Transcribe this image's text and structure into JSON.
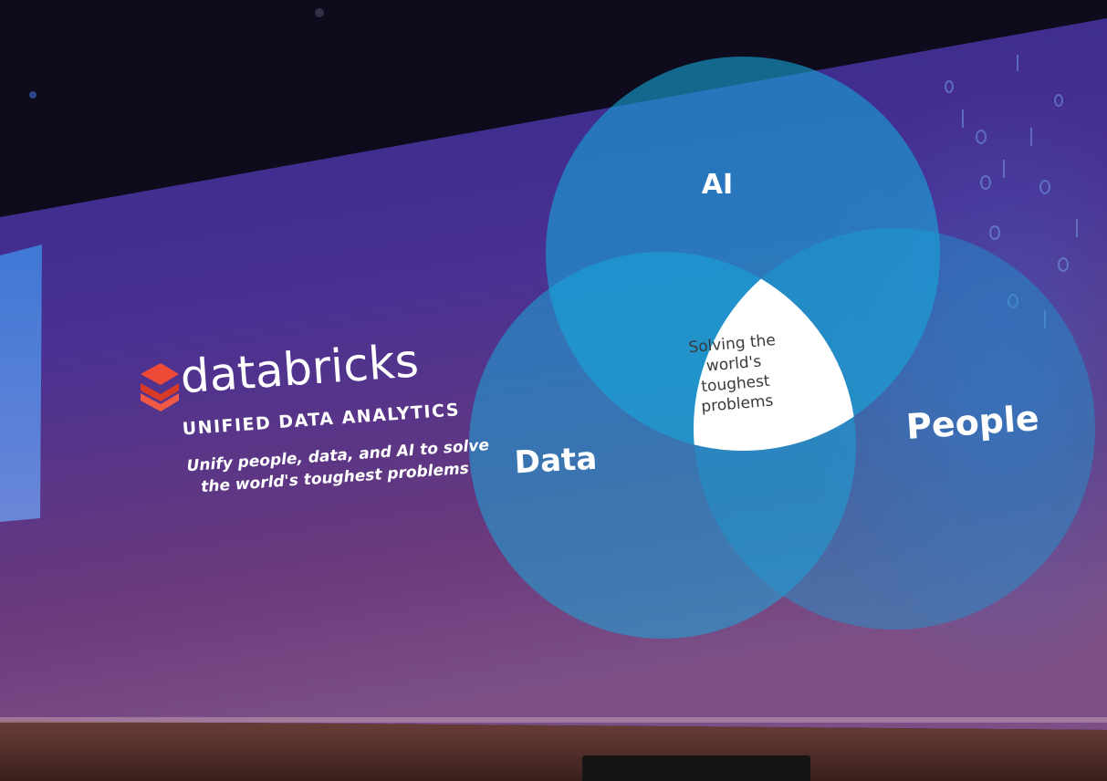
{
  "brand": {
    "name": "databricks",
    "tagline": "UNIFIED DATA ANALYTICS",
    "description_line1": "Unify people, data, and AI to solve",
    "description_line2": "the world's toughest problems",
    "logo_icon": "stacked-bricks-icon",
    "logo_color": "#ef4a36"
  },
  "venn": {
    "circles": [
      {
        "label": "AI"
      },
      {
        "label": "Data"
      },
      {
        "label": "People"
      }
    ],
    "center_lines": [
      "Solving the",
      "world's",
      "toughest",
      "problems"
    ],
    "circle_color": "#1aa8d8",
    "center_color": "#ffffff"
  },
  "colors": {
    "screen_top": "#3b2f8f",
    "screen_bottom": "#5a3576",
    "stage_floor": "#4a2c28",
    "ceiling": "#0d0b1c"
  }
}
